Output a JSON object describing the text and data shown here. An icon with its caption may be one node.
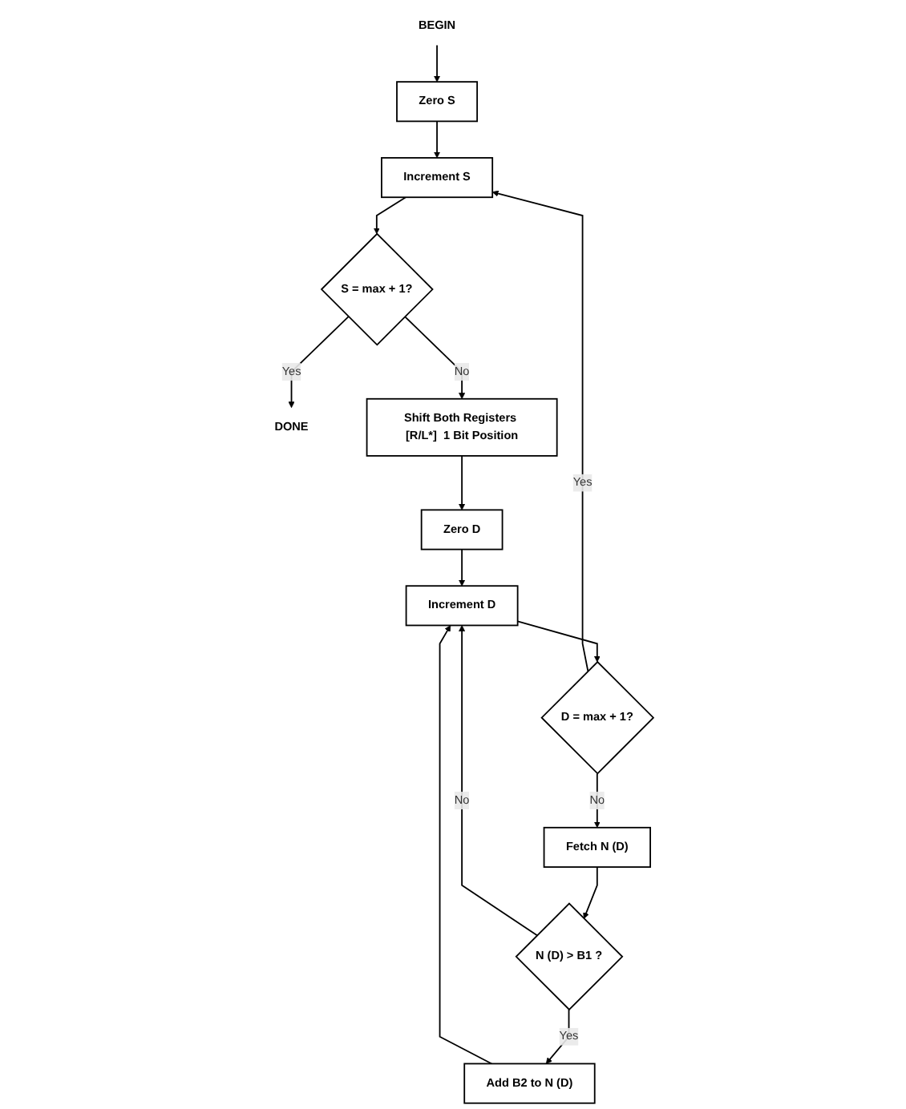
{
  "diagram": {
    "nodes": [
      {
        "text": [
          "BEGIN"
        ]
      },
      {
        "text": [
          "Zero  S"
        ]
      },
      {
        "text": [
          "Increment S"
        ]
      },
      {
        "text": [
          "S = max + 1?"
        ]
      },
      {
        "text": [
          "DONE"
        ]
      },
      {
        "text": [
          "Shift Both Registers [R/L*]  1 Bit Position"
        ]
      },
      {
        "text": [
          "Zero  D"
        ]
      },
      {
        "text": [
          "Increment D"
        ]
      },
      {
        "text": [
          "D = max + 1?"
        ]
      },
      {
        "text": [
          "Fetch  N (D)"
        ]
      },
      {
        "text": [
          "N (D) > B1 ?"
        ]
      },
      {
        "text": [
          "Add  B2 to N (D)"
        ]
      }
    ],
    "edges": [
      {
        "from": 0,
        "to": 1,
        "arrow": "to"
      },
      {
        "from": 1,
        "to": 2,
        "arrow": "to"
      },
      {
        "from": 2,
        "to": 3,
        "arrow": "to"
      },
      {
        "from": 3,
        "to": 4,
        "arrow": "to",
        "label": "Yes"
      },
      {
        "from": 3,
        "to": 5,
        "arrow": "to",
        "label": "No"
      },
      {
        "from": 5,
        "to": 6,
        "arrow": "to"
      },
      {
        "from": 6,
        "to": 7,
        "arrow": "to"
      },
      {
        "from": 7,
        "to": 8,
        "arrow": "to"
      },
      {
        "from": 8,
        "to": 2,
        "arrow": "to",
        "label": "Yes"
      },
      {
        "from": 8,
        "to": 9,
        "arrow": "to",
        "label": "No"
      },
      {
        "from": 9,
        "to": 10,
        "arrow": "to"
      },
      {
        "from": 10,
        "to": 11,
        "arrow": "to",
        "label": "Yes"
      },
      {
        "from": 10,
        "to": 7,
        "arrow": "to",
        "label": "No"
      },
      {
        "from": 11,
        "to": 7,
        "arrow": "to"
      }
    ]
  }
}
